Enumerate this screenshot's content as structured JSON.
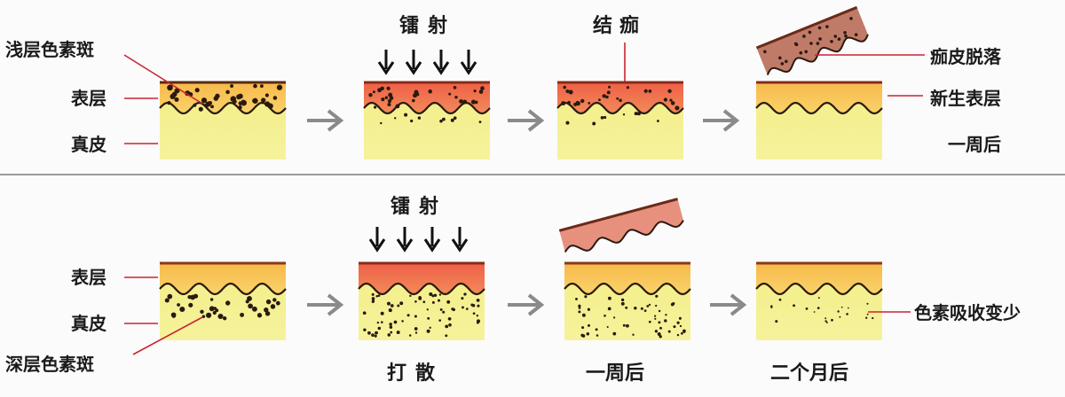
{
  "top_row": {
    "label_superficial_pigment": "浅层色素斑",
    "label_epidermis": "表层",
    "label_dermis": "真皮",
    "panel2_caption": "镭射",
    "panel3_caption": "结痂",
    "label_scab_shedding": "痂皮脱落",
    "label_new_epidermis": "新生表层",
    "label_one_week": "一周后"
  },
  "bottom_row": {
    "label_epidermis": "表层",
    "label_dermis": "真皮",
    "label_deep_pigment": "深层色素斑",
    "panel2_caption": "镭射",
    "panel2_bottom": "打散",
    "panel3_bottom": "一周后",
    "panel4_bottom": "二个月后",
    "label_pigment_absorbed": "色素吸收变少"
  },
  "colors": {
    "dermis": "#f4f08a",
    "epidermis_normal": "#f8c54c",
    "epidermis_laser": "#ef6e4c",
    "scab": "#c07a68",
    "scab_light": "#e8907e",
    "wave_line": "#2a1a10",
    "pigment": "#2a1a10",
    "arrow": "#8a8a8a",
    "divider": "#9a9a9a",
    "pointer_line": "#cc2233"
  }
}
